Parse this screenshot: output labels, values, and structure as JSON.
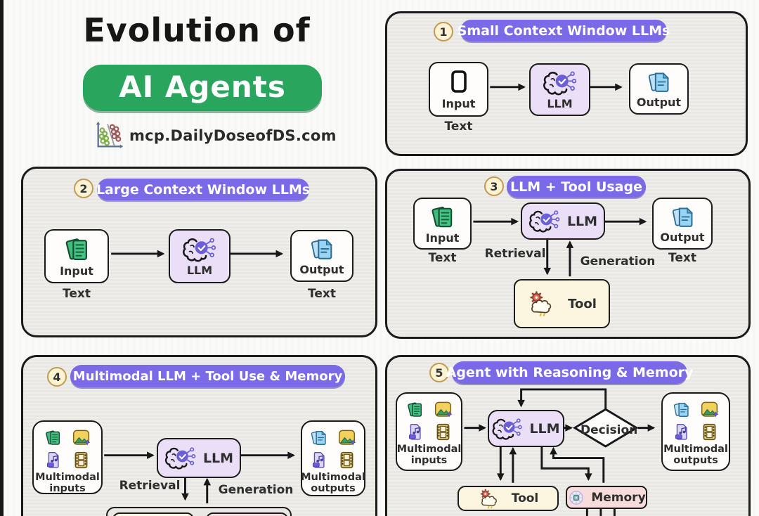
{
  "page": {
    "title_line1": "Evolution of",
    "title_line2": "AI Agents",
    "site": "mcp.DailyDoseofDS.com"
  },
  "colors": {
    "brand_green": "#2aa55e",
    "badge_purple": "#7a6ae8",
    "panel_bg": "#e9e8e4",
    "llm_fill": "#ebdff7",
    "tool_fill": "#fcf5e0",
    "memory_fill": "#f8dcdb",
    "number_chip_fill": "#fcf3d4",
    "number_chip_border": "#c39a52",
    "arrow_color": "#18181a"
  },
  "panels": [
    {
      "number": "1",
      "title": "Small Context Window LLMs",
      "input": "Input",
      "input_caption": "Text",
      "llm": "LLM",
      "output": "Output"
    },
    {
      "number": "2",
      "title": "Large Context Window LLMs",
      "input": "Input",
      "input_caption": "Text",
      "llm": "LLM",
      "output": "Output",
      "output_caption": "Text"
    },
    {
      "number": "3",
      "title": "LLM + Tool Usage",
      "input": "Input",
      "input_caption": "Text",
      "llm": "LLM",
      "output": "Output",
      "output_caption": "Text",
      "retrieval": "Retrieval",
      "generation": "Generation",
      "tool": "Tool"
    },
    {
      "number": "4",
      "title": "Multimodal LLM + Tool Use & Memory",
      "inputs_line1": "Multimodal",
      "inputs_line2": "inputs",
      "llm": "LLM",
      "outputs_line1": "Multimodal",
      "outputs_line2": "outputs",
      "retrieval": "Retrieval",
      "generation": "Generation"
    },
    {
      "number": "5",
      "title": "Agent with Reasoning & Memory",
      "inputs_line1": "Multimodal",
      "inputs_line2": "inputs",
      "llm": "LLM",
      "decision": "Decision",
      "outputs_line1": "Multimodal",
      "outputs_line2": "outputs",
      "tool": "Tool",
      "memory": "Memory"
    }
  ]
}
